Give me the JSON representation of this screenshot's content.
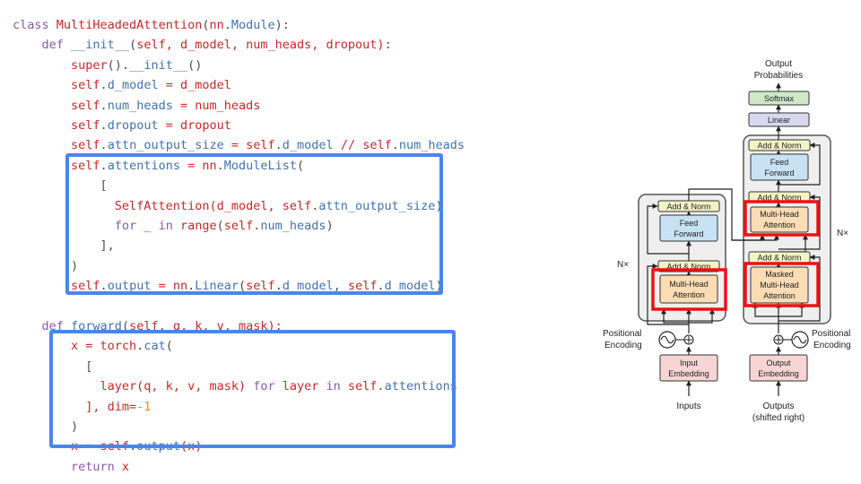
{
  "code": {
    "lines": [
      [
        {
          "t": "class ",
          "c": "kw"
        },
        {
          "t": "MultiHeadedAttention",
          "c": "self"
        },
        {
          "t": "(",
          "c": "pl"
        },
        {
          "t": "nn",
          "c": "self"
        },
        {
          "t": ".",
          "c": "pl"
        },
        {
          "t": "Module",
          "c": "fn"
        },
        {
          "t": "):",
          "c": "pl"
        }
      ],
      [
        {
          "t": "    def ",
          "c": "kw"
        },
        {
          "t": "__init__",
          "c": "fn"
        },
        {
          "t": "(",
          "c": "pl"
        },
        {
          "t": "self",
          "c": "self"
        },
        {
          "t": ", d_model, num_heads, dropout):",
          "c": "self"
        }
      ],
      [
        {
          "t": "        super",
          "c": "self"
        },
        {
          "t": "().",
          "c": "pl"
        },
        {
          "t": "__init__",
          "c": "fn"
        },
        {
          "t": "()",
          "c": "pl"
        }
      ],
      [
        {
          "t": "        self",
          "c": "self"
        },
        {
          "t": ".",
          "c": "pl"
        },
        {
          "t": "d_model",
          "c": "fn"
        },
        {
          "t": " = d_model",
          "c": "self"
        }
      ],
      [
        {
          "t": "        self",
          "c": "self"
        },
        {
          "t": ".",
          "c": "pl"
        },
        {
          "t": "num_heads",
          "c": "fn"
        },
        {
          "t": " = num_heads",
          "c": "self"
        }
      ],
      [
        {
          "t": "        self",
          "c": "self"
        },
        {
          "t": ".",
          "c": "pl"
        },
        {
          "t": "dropout",
          "c": "fn"
        },
        {
          "t": " = dropout",
          "c": "self"
        }
      ],
      [
        {
          "t": "        self",
          "c": "self"
        },
        {
          "t": ".",
          "c": "pl"
        },
        {
          "t": "attn_output_size",
          "c": "fn"
        },
        {
          "t": " = ",
          "c": "self"
        },
        {
          "t": "self",
          "c": "self"
        },
        {
          "t": ".",
          "c": "pl"
        },
        {
          "t": "d_model",
          "c": "fn"
        },
        {
          "t": " // ",
          "c": "self"
        },
        {
          "t": "self",
          "c": "self"
        },
        {
          "t": ".",
          "c": "pl"
        },
        {
          "t": "num_heads",
          "c": "fn"
        }
      ],
      [
        {
          "t": "        self",
          "c": "self"
        },
        {
          "t": ".",
          "c": "pl"
        },
        {
          "t": "attentions",
          "c": "fn"
        },
        {
          "t": " = nn",
          "c": "self"
        },
        {
          "t": ".",
          "c": "pl"
        },
        {
          "t": "ModuleList",
          "c": "fn"
        },
        {
          "t": "(",
          "c": "pl"
        }
      ],
      [
        {
          "t": "            [",
          "c": "pl"
        }
      ],
      [
        {
          "t": "              SelfAttention",
          "c": "self"
        },
        {
          "t": "(d_model, ",
          "c": "self"
        },
        {
          "t": "self",
          "c": "self"
        },
        {
          "t": ".",
          "c": "pl"
        },
        {
          "t": "attn_output_size",
          "c": "fn"
        },
        {
          "t": ")",
          "c": "pl"
        }
      ],
      [
        {
          "t": "              for",
          "c": "kw"
        },
        {
          "t": " _ ",
          "c": "self"
        },
        {
          "t": "in",
          "c": "kw"
        },
        {
          "t": " range",
          "c": "self"
        },
        {
          "t": "(",
          "c": "pl"
        },
        {
          "t": "self",
          "c": "self"
        },
        {
          "t": ".",
          "c": "pl"
        },
        {
          "t": "num_heads",
          "c": "fn"
        },
        {
          "t": ")",
          "c": "pl"
        }
      ],
      [
        {
          "t": "            ],",
          "c": "pl"
        }
      ],
      [
        {
          "t": "        )",
          "c": "pl"
        }
      ],
      [
        {
          "t": "        self",
          "c": "self"
        },
        {
          "t": ".",
          "c": "pl"
        },
        {
          "t": "output",
          "c": "fn"
        },
        {
          "t": " = nn",
          "c": "self"
        },
        {
          "t": ".",
          "c": "pl"
        },
        {
          "t": "Linear",
          "c": "fn"
        },
        {
          "t": "(",
          "c": "pl"
        },
        {
          "t": "self",
          "c": "self"
        },
        {
          "t": ".",
          "c": "pl"
        },
        {
          "t": "d_model",
          "c": "fn"
        },
        {
          "t": ", ",
          "c": "pl"
        },
        {
          "t": "self",
          "c": "self"
        },
        {
          "t": ".",
          "c": "pl"
        },
        {
          "t": "d_model",
          "c": "fn"
        },
        {
          "t": ")",
          "c": "pl"
        }
      ],
      [],
      [
        {
          "t": "    def ",
          "c": "kw"
        },
        {
          "t": "forward",
          "c": "fn"
        },
        {
          "t": "(",
          "c": "pl"
        },
        {
          "t": "self",
          "c": "self"
        },
        {
          "t": ", q, k, v, mask):",
          "c": "self"
        }
      ],
      [
        {
          "t": "        x = torch",
          "c": "self"
        },
        {
          "t": ".",
          "c": "pl"
        },
        {
          "t": "cat",
          "c": "fn"
        },
        {
          "t": "(",
          "c": "pl"
        }
      ],
      [
        {
          "t": "          [",
          "c": "pl"
        }
      ],
      [
        {
          "t": "            layer",
          "c": "self"
        },
        {
          "t": "(q, k, v, mask) ",
          "c": "self"
        },
        {
          "t": "for",
          "c": "kw"
        },
        {
          "t": " layer ",
          "c": "self"
        },
        {
          "t": "in",
          "c": "kw"
        },
        {
          "t": " self",
          "c": "self"
        },
        {
          "t": ".",
          "c": "pl"
        },
        {
          "t": "attentions",
          "c": "fn"
        }
      ],
      [
        {
          "t": "          ], dim=",
          "c": "self"
        },
        {
          "t": "-1",
          "c": "num"
        }
      ],
      [
        {
          "t": "        )",
          "c": "pl"
        }
      ],
      [
        {
          "t": "        x = ",
          "c": "self"
        },
        {
          "t": "self",
          "c": "self"
        },
        {
          "t": ".",
          "c": "pl"
        },
        {
          "t": "output",
          "c": "fn"
        },
        {
          "t": "(x)",
          "c": "self"
        }
      ],
      [
        {
          "t": "        return",
          "c": "kw"
        },
        {
          "t": " x",
          "c": "self"
        }
      ]
    ]
  },
  "diagram": {
    "output_probabilities": [
      "Output",
      "Probabilities"
    ],
    "softmax": "Softmax",
    "linear": "Linear",
    "add_norm": "Add & Norm",
    "feed_forward": [
      "Feed",
      "Forward"
    ],
    "multi_head_attention": [
      "Multi-Head",
      "Attention"
    ],
    "masked_multi_head_attention": [
      "Masked",
      "Multi-Head",
      "Attention"
    ],
    "nx": "N×",
    "positional_encoding": [
      "Positional",
      "Encoding"
    ],
    "input_embedding": [
      "Input",
      "Embedding"
    ],
    "output_embedding": [
      "Output",
      "Embedding"
    ],
    "inputs": "Inputs",
    "outputs": [
      "Outputs",
      "(shifted right)"
    ]
  },
  "colors": {
    "highlight_blue": "#4a86e8",
    "highlight_red": "#ee1111",
    "attention_fill": "#fbdcb4",
    "feedforward_fill": "#c8e2f4",
    "addnorm_fill": "#f3f3c5",
    "linear_fill": "#d8d8f0",
    "softmax_fill": "#cfe8c8",
    "embedding_fill": "#f7d5d5",
    "stack_fill": "#efefef"
  }
}
